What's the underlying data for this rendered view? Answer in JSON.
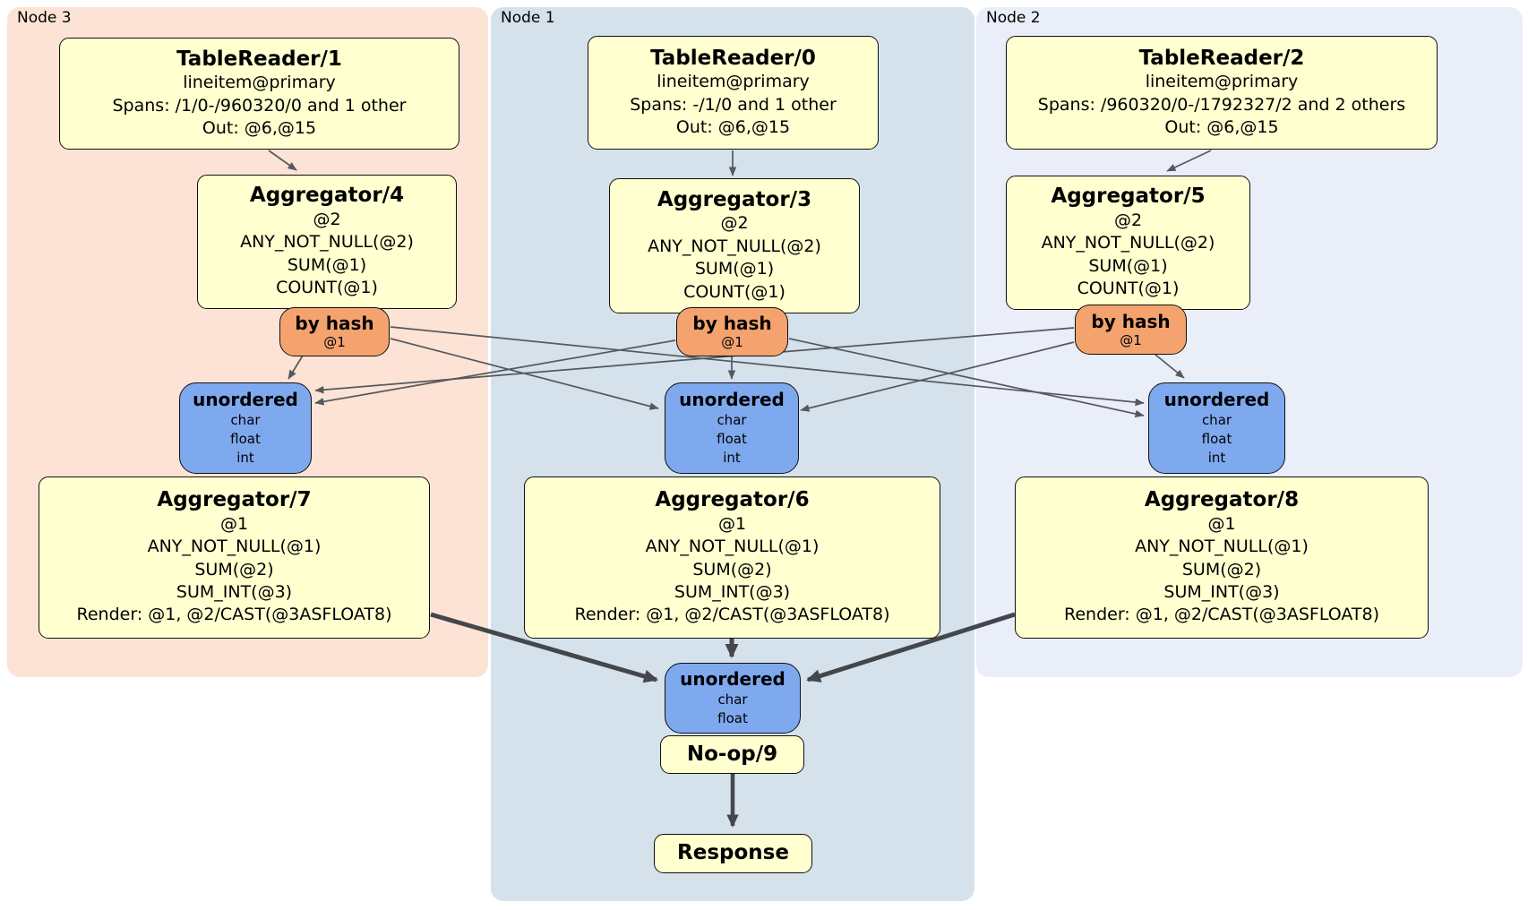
{
  "diagram_type": "distributed SQL physical plan",
  "colors": {
    "node3_bg": "#fce3d5",
    "node1_bg": "#d5e2eb",
    "node2_bg": "#e9eef8",
    "processor_box": "#ffffd0",
    "router_box": "#f4a36e",
    "sync_box": "#7fa9ef",
    "thin_edge": "#55585c",
    "thick_edge": "#43474c",
    "box_border": "#101010"
  },
  "nodes": [
    {
      "label": "Node 3",
      "table_reader": {
        "title": "TableReader/1",
        "index": "lineitem@primary",
        "spans": "Spans: /1/0-/960320/0 and 1 other",
        "out": "Out: @6,@15"
      },
      "pre_aggregator": {
        "title": "Aggregator/4",
        "group": "@2",
        "fns": [
          "ANY_NOT_NULL(@2)",
          "SUM(@1)",
          "COUNT(@1)"
        ]
      },
      "router": {
        "title": "by hash",
        "key": "@1"
      },
      "sync": {
        "title": "unordered",
        "streams": [
          "char",
          "float",
          "int"
        ]
      },
      "post_aggregator": {
        "title": "Aggregator/7",
        "group": "@1",
        "fns": [
          "ANY_NOT_NULL(@1)",
          "SUM(@2)",
          "SUM_INT(@3)"
        ],
        "render": "Render: @1, @2/CAST(@3ASFLOAT8)"
      }
    },
    {
      "label": "Node 1",
      "table_reader": {
        "title": "TableReader/0",
        "index": "lineitem@primary",
        "spans": "Spans: -/1/0 and 1 other",
        "out": "Out: @6,@15"
      },
      "pre_aggregator": {
        "title": "Aggregator/3",
        "group": "@2",
        "fns": [
          "ANY_NOT_NULL(@2)",
          "SUM(@1)",
          "COUNT(@1)"
        ]
      },
      "router": {
        "title": "by hash",
        "key": "@1"
      },
      "sync": {
        "title": "unordered",
        "streams": [
          "char",
          "float",
          "int"
        ]
      },
      "post_aggregator": {
        "title": "Aggregator/6",
        "group": "@1",
        "fns": [
          "ANY_NOT_NULL(@1)",
          "SUM(@2)",
          "SUM_INT(@3)"
        ],
        "render": "Render: @1, @2/CAST(@3ASFLOAT8)"
      }
    },
    {
      "label": "Node 2",
      "table_reader": {
        "title": "TableReader/2",
        "index": "lineitem@primary",
        "spans": "Spans: /960320/0-/1792327/2 and 2 others",
        "out": "Out: @6,@15"
      },
      "pre_aggregator": {
        "title": "Aggregator/5",
        "group": "@2",
        "fns": [
          "ANY_NOT_NULL(@2)",
          "SUM(@1)",
          "COUNT(@1)"
        ]
      },
      "router": {
        "title": "by hash",
        "key": "@1"
      },
      "sync": {
        "title": "unordered",
        "streams": [
          "char",
          "float",
          "int"
        ]
      },
      "post_aggregator": {
        "title": "Aggregator/8",
        "group": "@1",
        "fns": [
          "ANY_NOT_NULL(@1)",
          "SUM(@2)",
          "SUM_INT(@3)"
        ],
        "render": "Render: @1, @2/CAST(@3ASFLOAT8)"
      }
    }
  ],
  "final": {
    "sync": {
      "title": "unordered",
      "streams": [
        "char",
        "float"
      ]
    },
    "noop_label": "No-op/9",
    "response_label": "Response"
  }
}
